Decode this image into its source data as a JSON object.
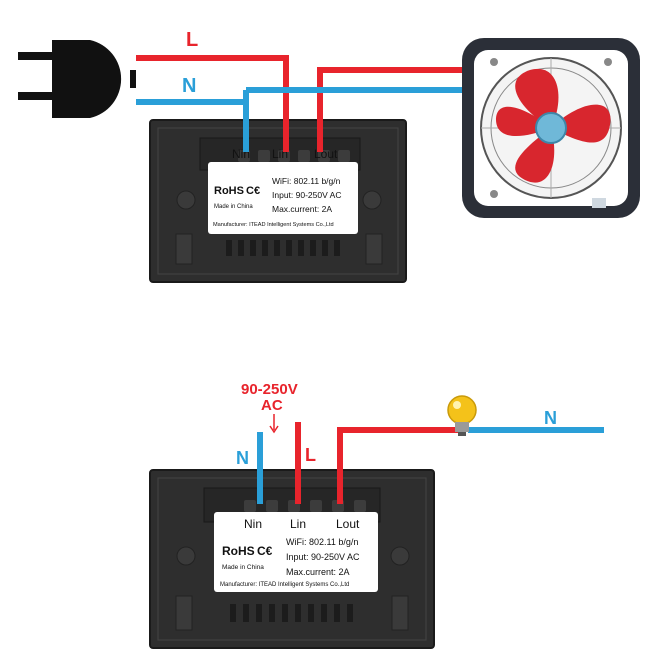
{
  "colors": {
    "live": "#e8242c",
    "neutral": "#2a9fd8",
    "panel": "#2e2e2e",
    "label_bg": "#ffffff",
    "fan_blade": "#d8262e",
    "fan_hub": "#6fb8d8",
    "bulb": "#f4c21a"
  },
  "icons": [
    "plug-icon",
    "fan-icon",
    "bulb-icon",
    "arrow-down-icon"
  ],
  "diagram1": {
    "wire_l": "L",
    "wire_n": "N",
    "terminals": {
      "nin": "Nin",
      "lin": "Lin",
      "lout": "Lout"
    },
    "label": {
      "rohs": "RoHS",
      "ce": "C€",
      "made": "Made in China",
      "wifi": "WiFi: 802.11 b/g/n",
      "input": "Input: 90-250V AC",
      "current": "Max.current: 2A",
      "manufacturer": "Manufacturer: ITEAD Intelligent Systems Co.,Ltd"
    }
  },
  "diagram2": {
    "voltage_line1": "90-250V",
    "voltage_line2": "AC",
    "wire_n_left": "N",
    "wire_l": "L",
    "wire_n_right": "N",
    "terminals": {
      "nin": "Nin",
      "lin": "Lin",
      "lout": "Lout"
    },
    "label": {
      "rohs": "RoHS",
      "ce": "C€",
      "made": "Made in China",
      "wifi": "WiFi: 802.11 b/g/n",
      "input": "Input: 90-250V AC",
      "current": "Max.current: 2A",
      "manufacturer": "Manufacturer: ITEAD Intelligent Systems Co.,Ltd"
    }
  }
}
